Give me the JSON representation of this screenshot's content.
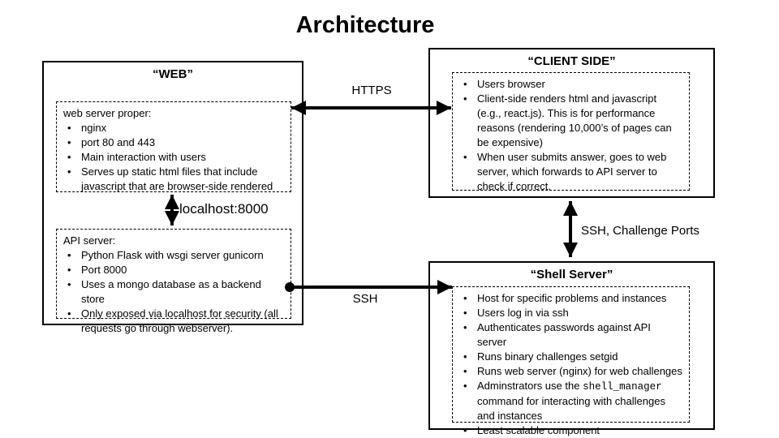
{
  "title": "Architecture",
  "glyphs": {
    "bullet": "•"
  },
  "colors": {
    "line": "#000000",
    "border": "#000000",
    "text": "#000000",
    "background": "#ffffff"
  },
  "web_box": {
    "title": "“WEB”",
    "web_server": {
      "heading": "web server proper:",
      "items": [
        "nginx",
        "port 80 and 443",
        "Main interaction with users",
        "Serves up static html files that include javascript that are browser-side rendered"
      ]
    },
    "api_server": {
      "heading": "API server:",
      "items": [
        "Python Flask with wsgi server gunicorn",
        "Port 8000",
        "Uses a mongo database as a backend store",
        "Only exposed via localhost for security (all requests go through webserver)."
      ]
    }
  },
  "client_box": {
    "title": "“CLIENT SIDE”",
    "items": [
      "Users browser",
      "Client-side renders html and javascript (e.g., react.js). This is for performance reasons (rendering 10,000’s of pages can be expensive)",
      "When user submits answer, goes to web server, which forwards to API server to check if correct."
    ]
  },
  "shell_box": {
    "title": "“Shell Server”",
    "items": [
      "Host for specific problems and instances",
      "Users log in via ssh",
      "Authenticates passwords against API server",
      "Runs binary challenges setgid",
      "Runs web server (nginx) for web challenges"
    ],
    "admin_item": {
      "prefix": "Adminstrators use the ",
      "code": "shell_manager",
      "suffix": " command for interacting with challenges and instances"
    },
    "last_item": "Least scalable component"
  },
  "arrows": {
    "https": {
      "label": "HTTPS"
    },
    "localhost": {
      "label": "localhost:8000"
    },
    "ssh": {
      "label": "SSH"
    },
    "ssh_challenge": {
      "label": "SSH, Challenge Ports"
    }
  }
}
